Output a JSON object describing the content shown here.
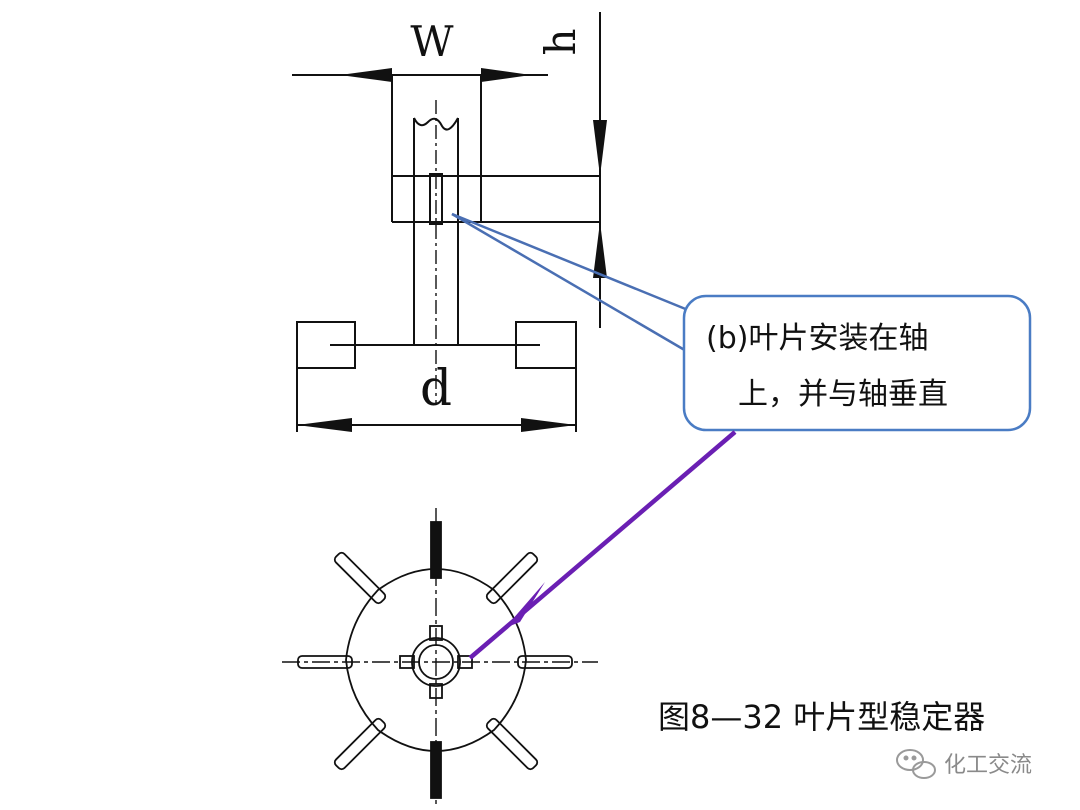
{
  "dimensions": {
    "width_label": "W",
    "height_label": "h",
    "diameter_label": "d"
  },
  "callout": {
    "line1": "(b)叶片安装在轴",
    "line2": "上，并与轴垂直",
    "border_color": "#4a7cc4",
    "leader_color": "#4a6fb3",
    "pointer_color": "#6a1fb3"
  },
  "caption": "图8—32 叶片型稳定器",
  "watermark": {
    "text": "化工交流",
    "icon": "wechat-icon"
  }
}
